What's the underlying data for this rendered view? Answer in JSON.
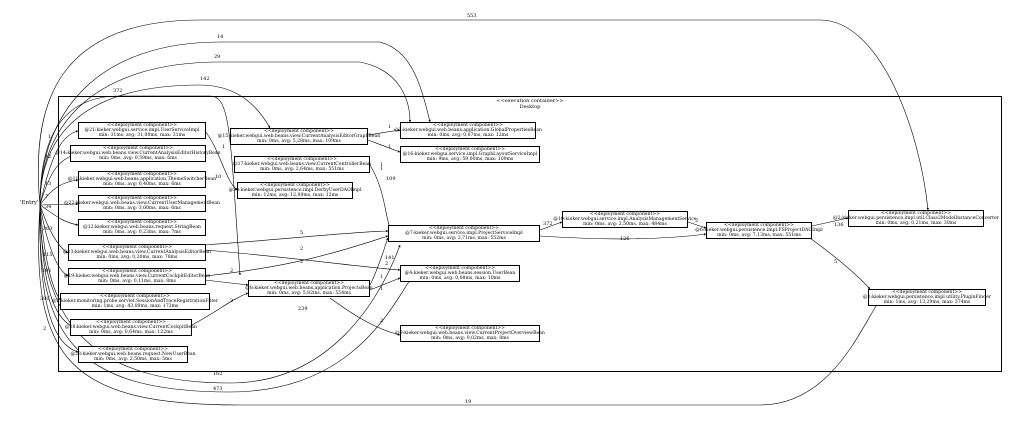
{
  "container": {
    "stereotype": "<<execution container>>",
    "name": "Desktop"
  },
  "entry": "'Entry'",
  "components": [
    {
      "id": "c21",
      "stereotype": "<<deployment component>>",
      "name": "@21:kieker.webgui.service.impl.UserServiceImpl",
      "metrics": "min: 31ms, avg: 31,00ms, max: 31ms"
    },
    {
      "id": "c14",
      "stereotype": "<<deployment component>>",
      "name": "@14:kieker.webgui.web.beans.view.CurrentAnalysisEditorHistoryBean",
      "metrics": "min: 0ms, avg: 0,59ms, max: 6ms"
    },
    {
      "id": "c11",
      "stereotype": "<<deployment component>>",
      "name": "@11:kieker.webgui.web.beans.application.ThemeSwitcherBean",
      "metrics": "min: 0ms, avg: 0,40ms, max: 6ms"
    },
    {
      "id": "c22",
      "stereotype": "<<deployment component>>",
      "name": "@22:kieker.webgui.web.beans.view.CurrentUserManagementBean",
      "metrics": "min: 0ms, avg: 3,00ms, max: 6ms"
    },
    {
      "id": "c12",
      "stereotype": "<<deployment component>>",
      "name": "@12:kieker.webgui.web.beans.request.StringBean",
      "metrics": "min: 0ms, avg: 0,23ms, max: 7ms"
    },
    {
      "id": "c13",
      "stereotype": "<<deployment component>>",
      "name": "@13:kieker.webgui.web.beans.view.CurrentAnalysisEditorBean",
      "metrics": "min: 0ms, avg: 0,20ms, max: 78ms"
    },
    {
      "id": "c19",
      "stereotype": "<<deployment component>>",
      "name": "@19:kieker.webgui.web.beans.view.CurrentCockpitEditorBean",
      "metrics": "min: 0ms, avg: 0,11ms, max: 8ms"
    },
    {
      "id": "c5",
      "stereotype": "<<deployment component>>",
      "name": "@5:kieker.monitoring.probe.servlet.SessionAndTraceRegistrationFilter",
      "metrics": "min: 1ms, avg: 43,09ms, max: 173ms"
    },
    {
      "id": "c18",
      "stereotype": "<<deployment component>>",
      "name": "@18:kieker.webgui.web.beans.view.CurrentCockpitBean",
      "metrics": "min: 0ms, avg: 0,64ms, max: 122ms"
    },
    {
      "id": "c23",
      "stereotype": "<<deployment component>>",
      "name": "@23:kieker.webgui.web.beans.request.NewUserBean",
      "metrics": "min: 0ms, avg: 2,50ms, max: 5ms"
    },
    {
      "id": "c15",
      "stereotype": "<<deployment component>>",
      "name": "@15:kieker.webgui.web.beans.view.CurrentAnalysisEditorGraphBean",
      "metrics": "min: 0ms, avg: 5,28ms, max: 109ms"
    },
    {
      "id": "c17",
      "stereotype": "<<deployment component>>",
      "name": "@17:kieker.webgui.web.beans.view.CurrentControllerBean",
      "metrics": "min: 0ms, avg: 2,64ms, max: 551ms"
    },
    {
      "id": "c20",
      "stereotype": "<<deployment component>>",
      "name": "@20:kieker.webgui.persistence.impl.DerbyUserDAOImpl",
      "metrics": "min: 12ms, avg: 12,00ms, max: 12ms"
    },
    {
      "id": "c8",
      "stereotype": "<<deployment component>>",
      "name": "@8:kieker.webgui.web.beans.application.ProjectsBean",
      "metrics": "min: 0ms, avg: 5,82ms, max: 554ms"
    },
    {
      "id": "c3",
      "stereotype": "<<deployment component>>",
      "name": "@3:kieker.webgui.web.beans.application.GlobalPropertiesBean",
      "metrics": "min: 0ms, avg: 0,07ms, max: 12ms"
    },
    {
      "id": "c16",
      "stereotype": "<<deployment component>>",
      "name": "@16:kieker.webgui.service.impl.GraphLayoutServiceImpl",
      "metrics": "min: 9ms, avg: 59,00ms, max: 109ms"
    },
    {
      "id": "c7",
      "stereotype": "<<deployment component>>",
      "name": "@7:kieker.webgui.service.impl.ProjectServiceImpl",
      "metrics": "min: 0ms, avg: 3,71ms, max: 552ms"
    },
    {
      "id": "c4",
      "stereotype": "<<deployment component>>",
      "name": "@4:kieker.webgui.web.beans.session.UserBean",
      "metrics": "min: 0ms, avg: 0,08ms, max: 10ms"
    },
    {
      "id": "c9",
      "stereotype": "<<deployment component>>",
      "name": "@9:kieker.webgui.web.beans.view.CurrentProjectOverviewBean",
      "metrics": "min: 0ms, avg: 0,02ms, max: 8ms"
    },
    {
      "id": "c10",
      "stereotype": "<<deployment component>>",
      "name": "@10:kieker.webgui.service.impl.AnalysisManagementService",
      "metrics": "min: 0ms, avg: 2,50ms, max: 484ms"
    },
    {
      "id": "c6",
      "stereotype": "<<deployment component>>",
      "name": "@6:kieker.webgui.persistence.impl.FSProjectDAOImpl",
      "metrics": "min: 0ms, avg: 7,13ms, max: 551ms"
    },
    {
      "id": "c2",
      "stereotype": "<<deployment component>>",
      "name": "@2:kieker.webgui.persistence.impl.util.Class2ModelInstanceConverter",
      "metrics": "min: 0ms, avg: 0,21ms, max: 30ms"
    },
    {
      "id": "c1",
      "stereotype": "<<deployment component>>",
      "name": "@1:kieker.webgui.persistence.impl.utility.PluginFinder",
      "metrics": "min: 1ms, avg: 13,29ms, max: 374ms"
    }
  ],
  "edge_labels": [
    "553",
    "14",
    "29",
    "142",
    "372",
    "1",
    "12",
    "13",
    "7",
    "34",
    "363",
    "115",
    "191",
    "390",
    "2",
    "10",
    "5",
    "2",
    "2",
    "2",
    "2",
    "141",
    "2",
    "239",
    "1",
    "1",
    "2",
    "1",
    "1",
    "109",
    "372",
    "126",
    "2",
    "136",
    "5",
    "162",
    "473",
    "19",
    "1",
    "1",
    "1"
  ]
}
